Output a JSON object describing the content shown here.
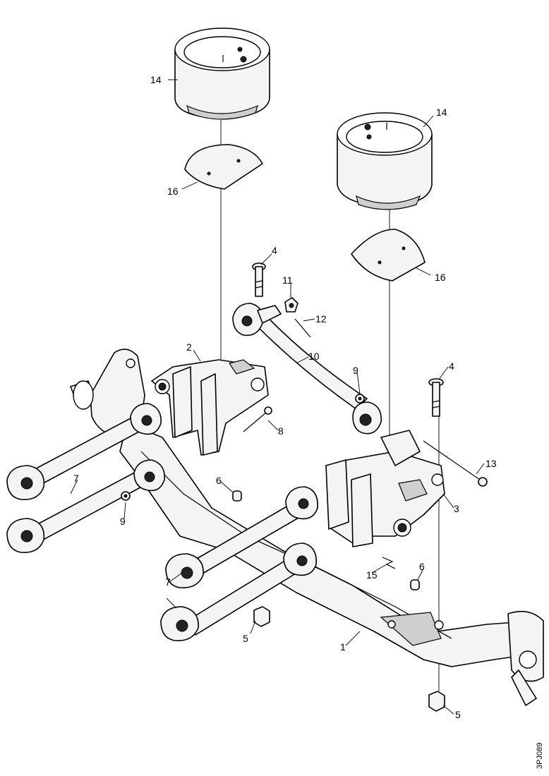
{
  "callouts": {
    "c1": "1",
    "c2": "2",
    "c3": "3",
    "c4a": "4",
    "c4b": "4",
    "c5a": "5",
    "c5b": "5",
    "c6a": "6",
    "c6b": "6",
    "c7a": "7",
    "c7b": "7",
    "c8": "8",
    "c9a": "9",
    "c9b": "9",
    "c10": "10",
    "c11": "11",
    "c12": "12",
    "c13": "13",
    "c14a": "14",
    "c14b": "14",
    "c15": "15",
    "c16a": "16",
    "c16b": "16"
  },
  "reference": "3PJ089"
}
